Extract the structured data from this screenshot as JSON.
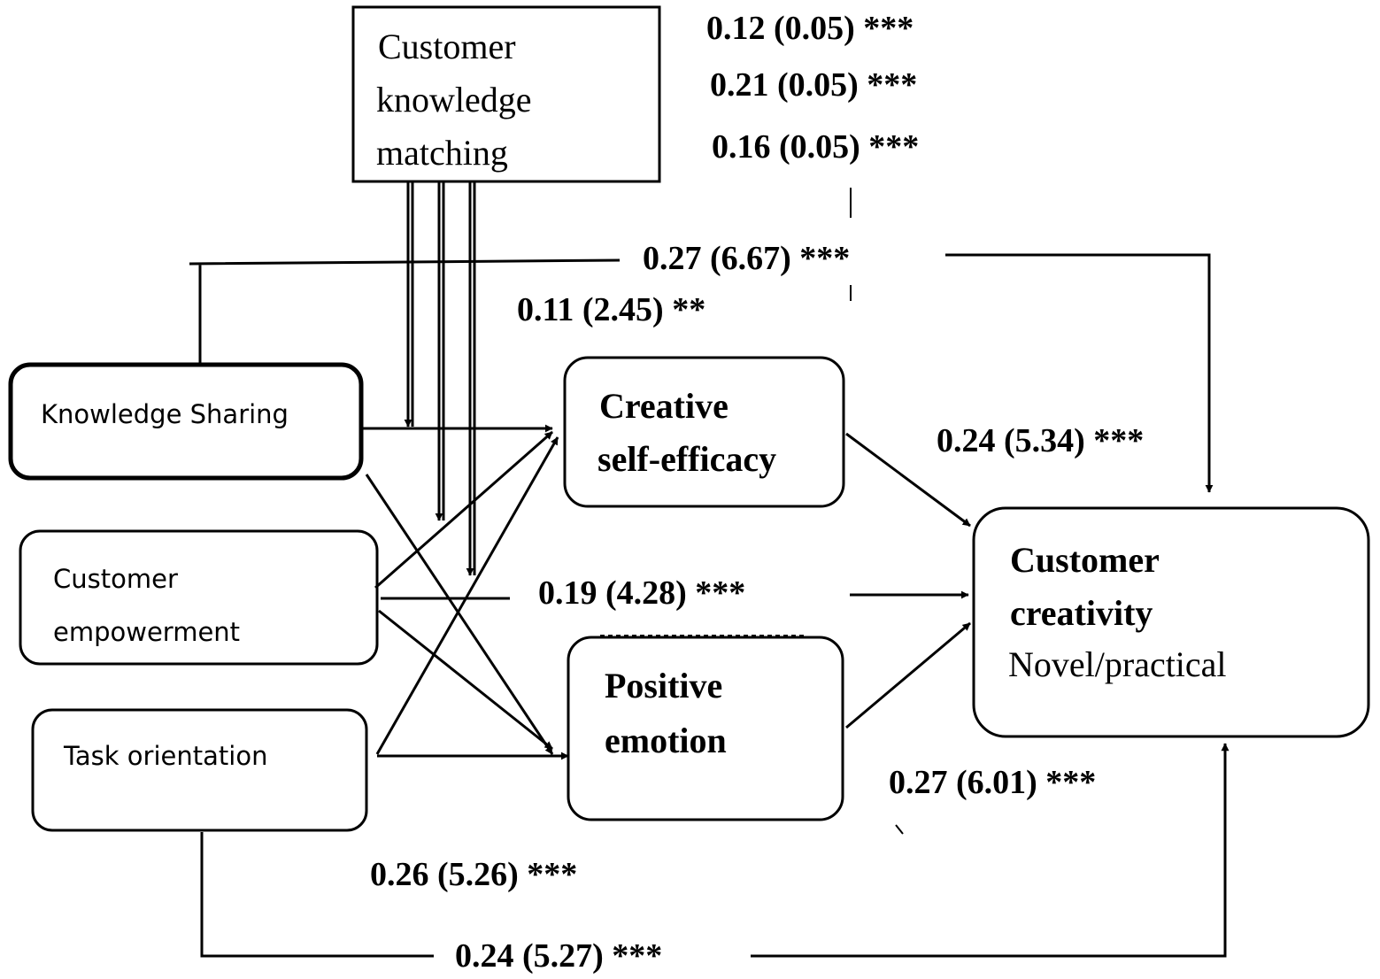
{
  "nodes": {
    "moderator": {
      "lines": [
        "Customer",
        "knowledge",
        "matching"
      ]
    },
    "knowledge_sharing": {
      "lines": [
        "Knowledge Sharing"
      ]
    },
    "customer_empowerment": {
      "lines": [
        "Customer",
        "empowerment"
      ]
    },
    "task_orientation": {
      "lines": [
        "Task orientation"
      ]
    },
    "creative_self_efficacy": {
      "lines": [
        "Creative",
        "self-efficacy"
      ]
    },
    "positive_emotion": {
      "lines": [
        "Positive",
        "emotion"
      ]
    },
    "customer_creativity": {
      "lines": [
        "Customer",
        "creativity",
        "Novel/practical"
      ]
    }
  },
  "coefficients": {
    "moderation_1": "0.12 (0.05) ***",
    "moderation_2": "0.21 (0.05) ***",
    "moderation_3": "0.16 (0.05) ***",
    "ks_to_creativity": "0.27 (6.67) ***",
    "ks_to_efficacy": "0.11 (2.45) **",
    "efficacy_to_creativity": "0.24 (5.34) ***",
    "empowerment_to_creativity": "0.19 (4.28) ***",
    "emotion_to_creativity": "0.27 (6.01) ***",
    "task_to_emotion": "0.26 (5.26) ***",
    "task_to_creativity": "0.24 (5.27) ***"
  }
}
